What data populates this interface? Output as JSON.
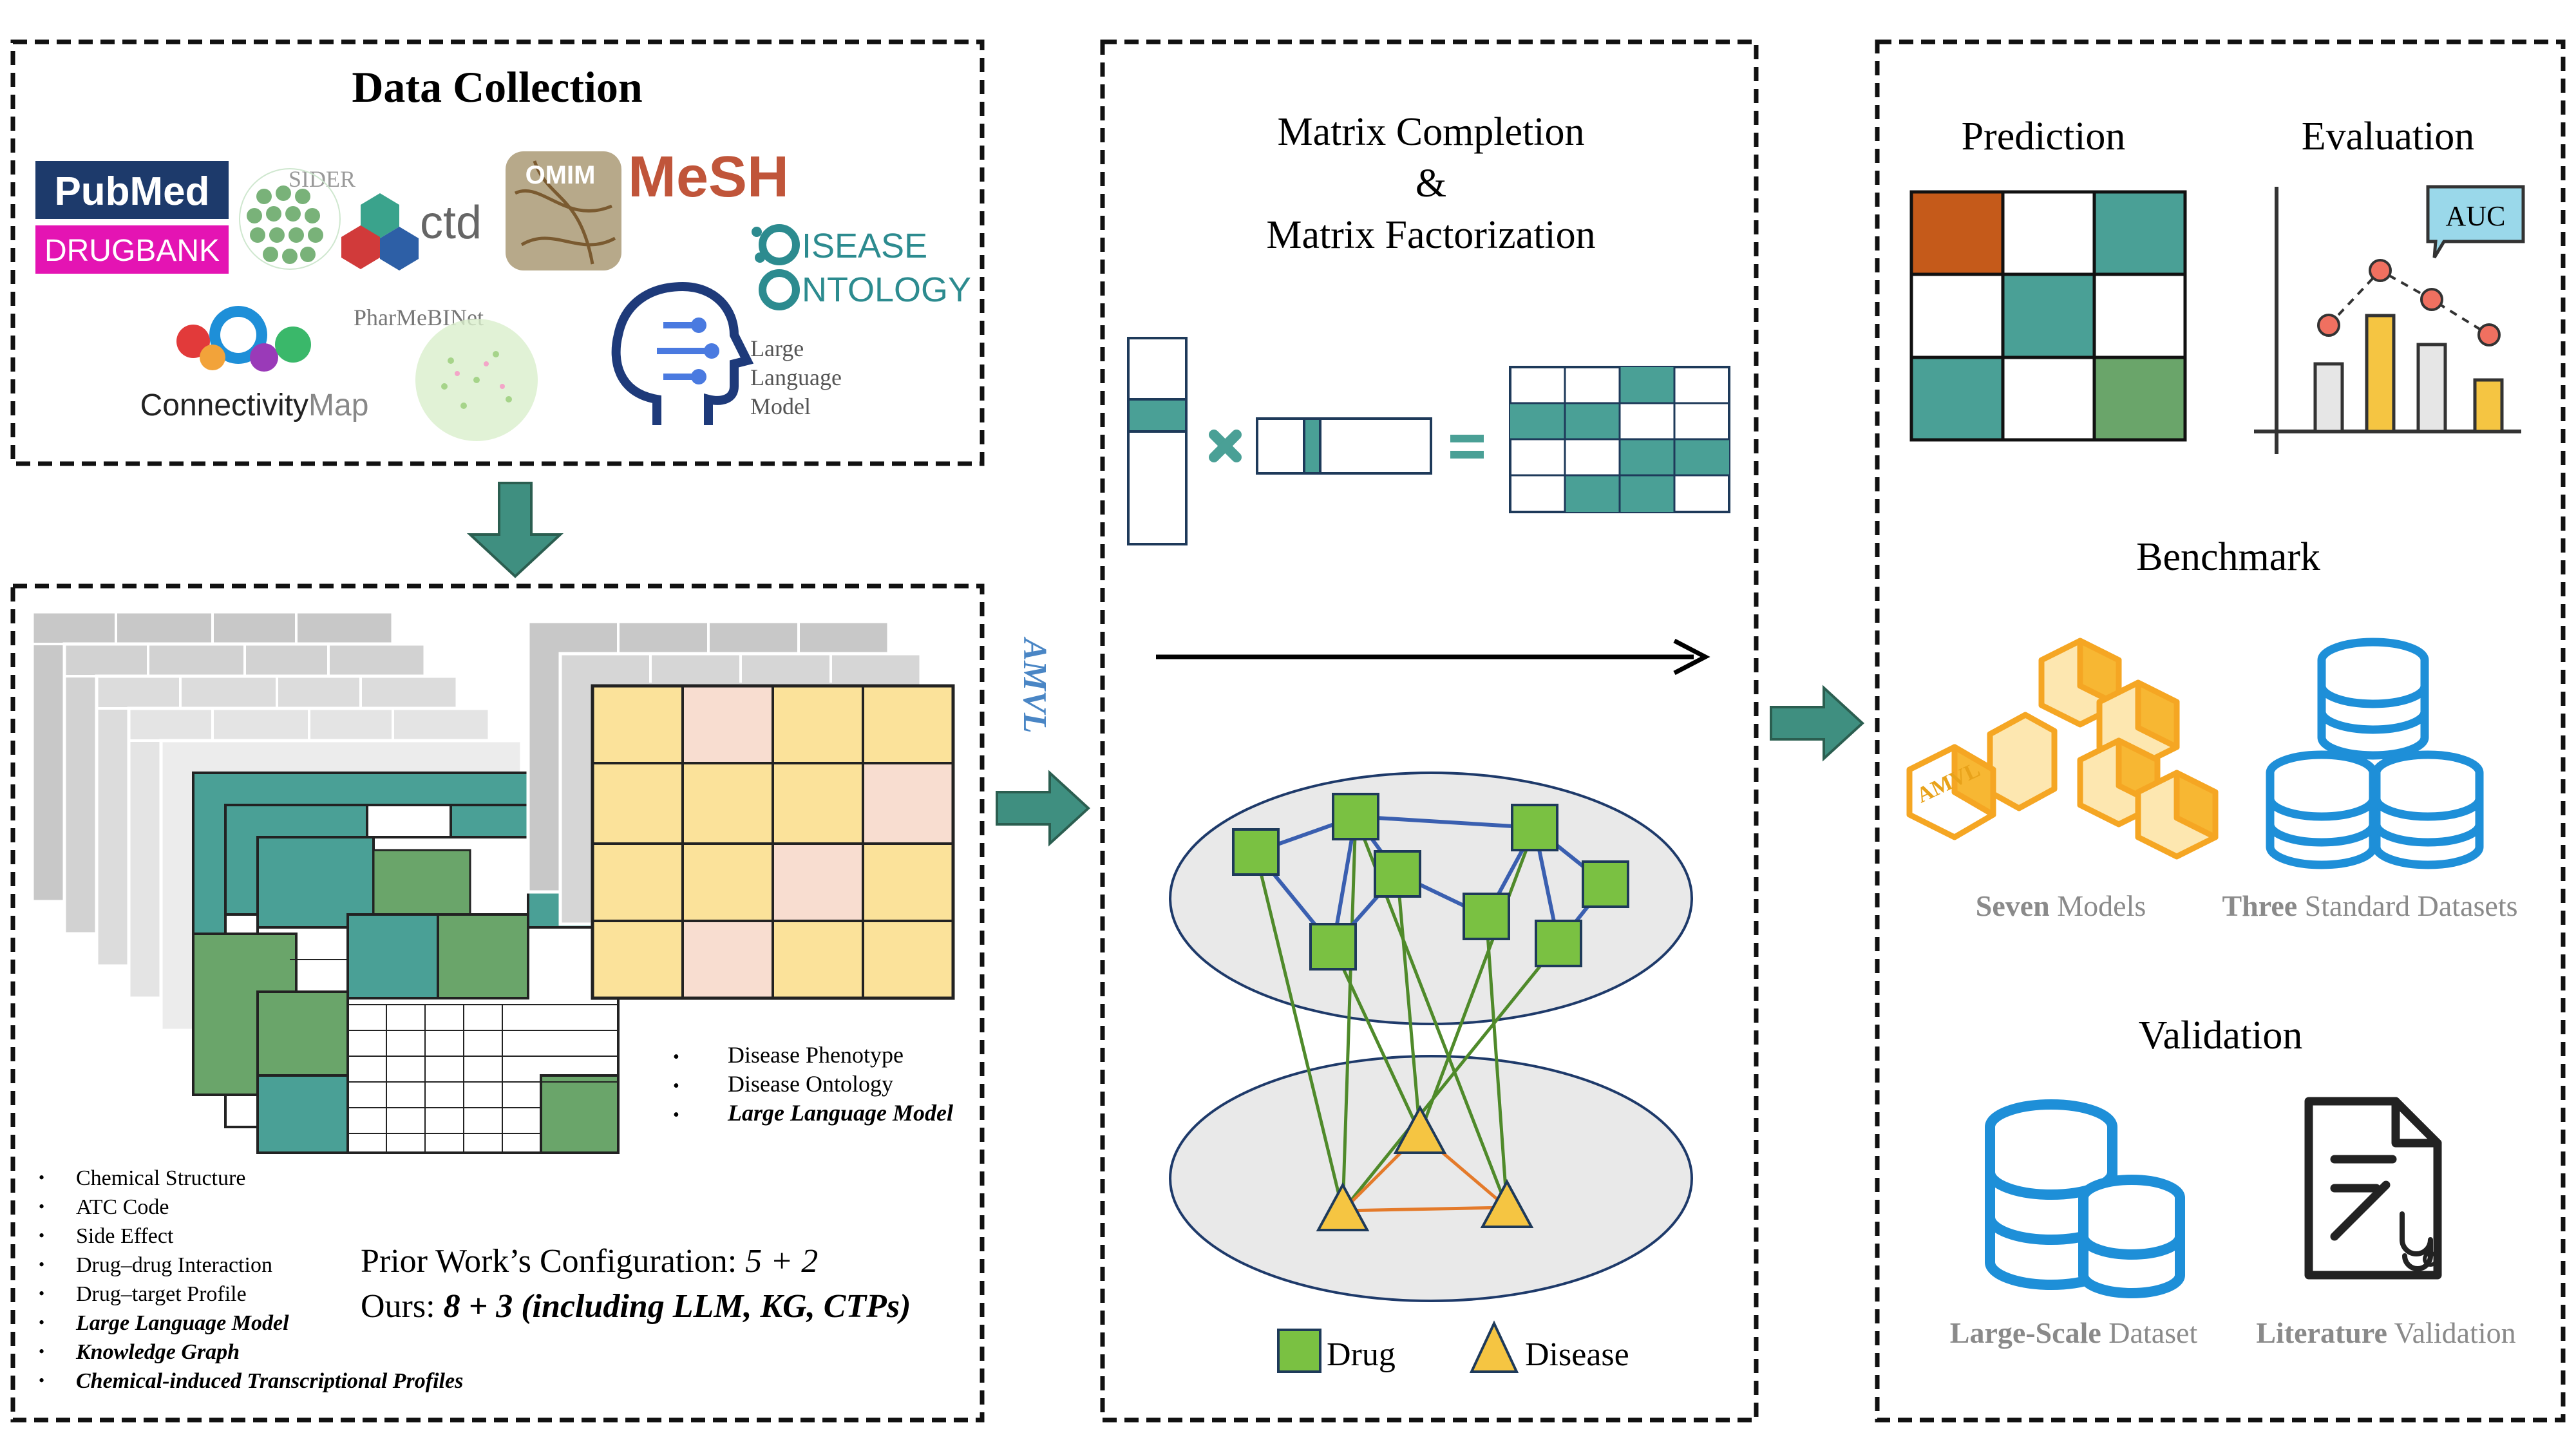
{
  "panel_data": {
    "title": "Data Collection",
    "logos": {
      "pubmed": "PubMed",
      "drugbank": "DRUGBANK",
      "sider": "SIDER",
      "ctd": "ctd",
      "omim": "OMIM",
      "mesh": "MeSH",
      "disease_ontology_1": "ISEASE",
      "disease_ontology_2": "NTOLOGY",
      "cmap_1": "Connectivity",
      "cmap_2": "Map",
      "pharmebinet": "PharMeBINet",
      "llm_1": "Large",
      "llm_2": "Language",
      "llm_3": "Model"
    }
  },
  "features": {
    "disease_items": [
      "Disease Phenotype",
      "Disease Ontology",
      "Large Language Model"
    ],
    "drug_items": [
      "Chemical Structure",
      "ATC Code",
      "Side Effect",
      "Drug–drug Interaction",
      "Drug–target Profile",
      "Large Language Model",
      "Knowledge Graph",
      "Chemical-induced Transcriptional Profiles"
    ],
    "prior_label": "Prior Work’s Configuration:",
    "prior_value": "5 + 2",
    "ours_label": "Ours:",
    "ours_value": "8 + 3 (including LLM, KG, CTPs)",
    "amvl": "AMVL"
  },
  "method": {
    "title_1": "Matrix Completion",
    "title_2": "&",
    "title_3": "Matrix Factorization",
    "legend_drug": "Drug",
    "legend_disease": "Disease"
  },
  "results": {
    "prediction": "Prediction",
    "evaluation": "Evaluation",
    "auc": "AUC",
    "benchmark": "Benchmark",
    "amvl_cube": "AMVL",
    "seven_bold": "Seven",
    "seven_rest": " Models",
    "three_bold": "Three",
    "three_rest": " Standard Datasets",
    "validation": "Validation",
    "large_bold": "Large-Scale",
    "large_rest": " Dataset",
    "lit_bold": "Literature",
    "lit_rest": " Validation"
  },
  "colors": {
    "teal": "#4aa096",
    "green": "#6aa56a",
    "orange": "#c55a1a",
    "yellow": "#f5c542",
    "blue": "#1e8fd8",
    "arrow": "#3f8f80"
  }
}
